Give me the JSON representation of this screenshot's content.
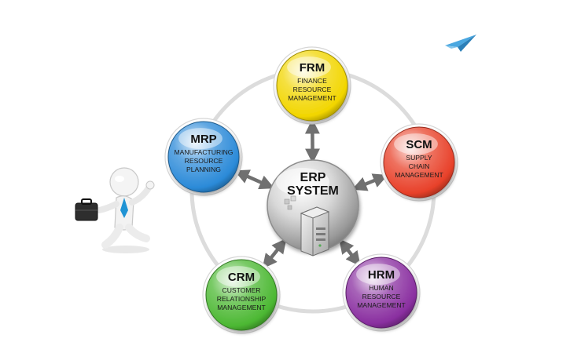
{
  "center": {
    "lines": [
      "ERP",
      "SYSTEM"
    ],
    "icon": "server-tower-icon"
  },
  "nodes": [
    {
      "key": "frm",
      "abbr": "FRM",
      "lines": [
        "FINANCE",
        "RESOURCE",
        "MANAGEMENT"
      ],
      "color": "#f2d600"
    },
    {
      "key": "scm",
      "abbr": "SCM",
      "lines": [
        "SUPPLY",
        "CHAIN",
        "MANAGEMENT"
      ],
      "color": "#e8412a"
    },
    {
      "key": "hrm",
      "abbr": "HRM",
      "lines": [
        "HUMAN",
        "RESOURCE",
        "MANAGEMENT"
      ],
      "color": "#8a2fa0"
    },
    {
      "key": "crm",
      "abbr": "CRM",
      "lines": [
        "CUSTOMER",
        "RELATIONSHIP",
        "MANAGEMENT"
      ],
      "color": "#4cb833"
    },
    {
      "key": "mrp",
      "abbr": "MRP",
      "lines": [
        "MANUFACTURING",
        "RESOURCE",
        "PLANNING"
      ],
      "color": "#2b8ad8"
    }
  ],
  "illustrations": {
    "figure": "businessman-running-icon",
    "briefcase": "briefcase-icon",
    "paper_plane": "paper-plane-icon"
  }
}
